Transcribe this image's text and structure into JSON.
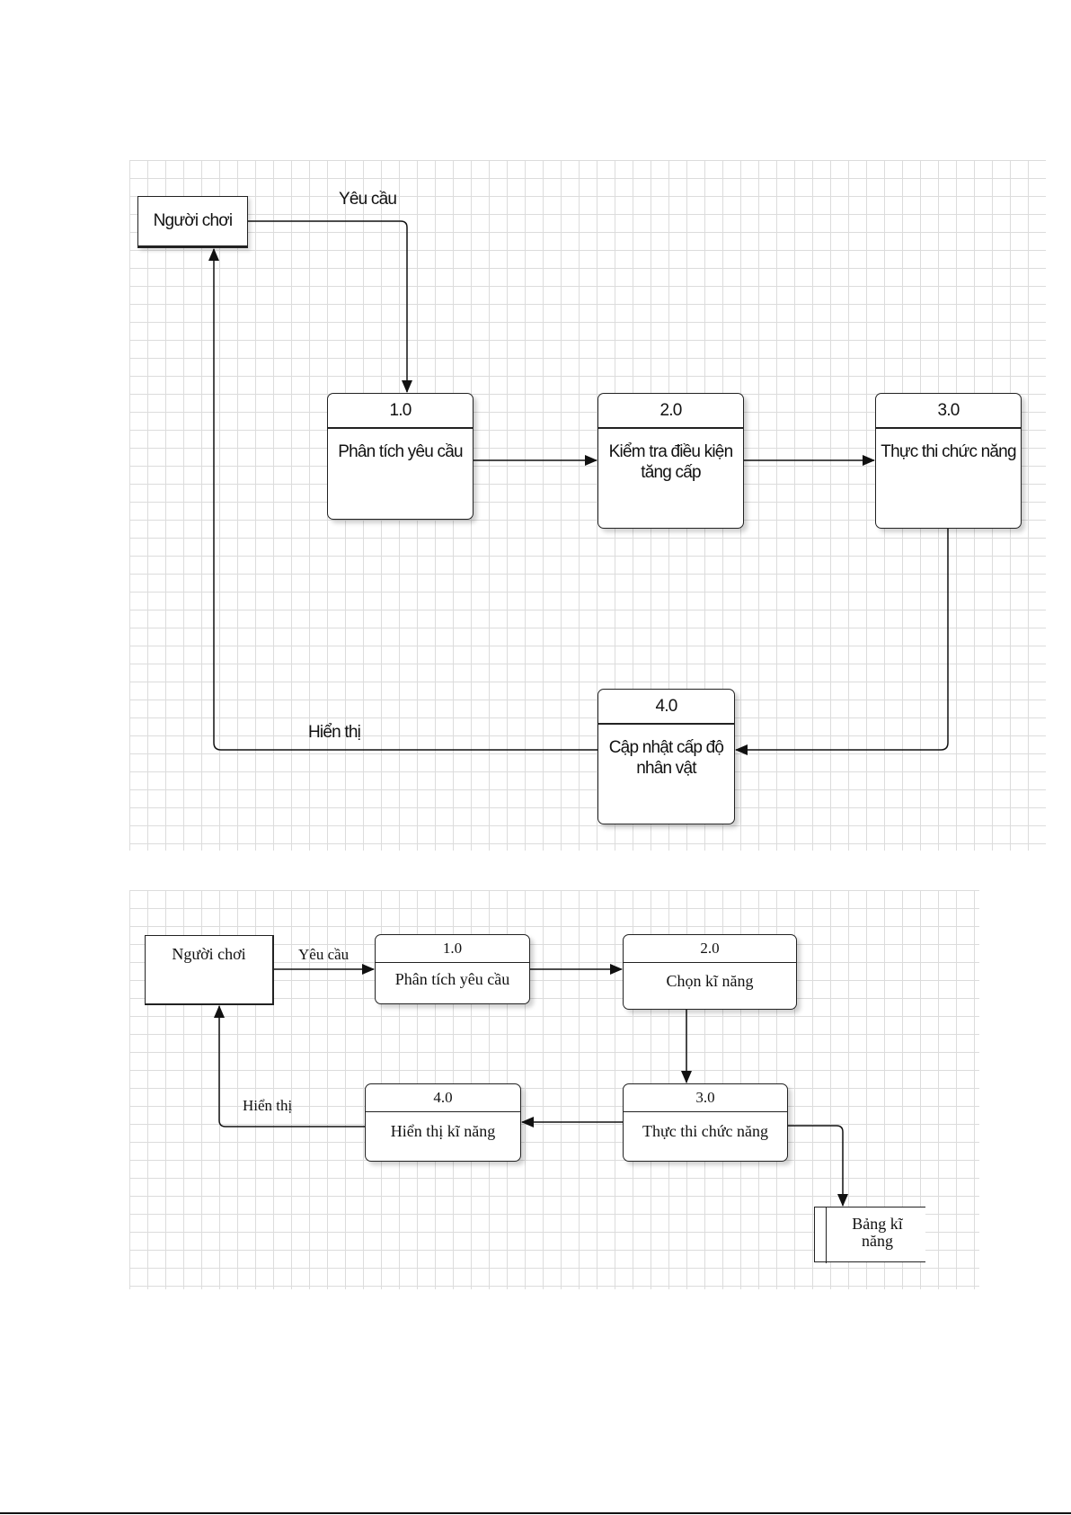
{
  "diagram_1": {
    "external_entity": "Người chơi",
    "processes": [
      {
        "id": "1.0",
        "label": "Phân tích yêu cầu"
      },
      {
        "id": "2.0",
        "label": "Kiểm tra điều kiện\ntăng cấp"
      },
      {
        "id": "3.0",
        "label": "Thực thi chức năng"
      },
      {
        "id": "4.0",
        "label": "Cập nhật cấp độ\nnhân vật"
      }
    ],
    "flows": {
      "request": "Yêu cầu",
      "display": "Hiển thị"
    }
  },
  "diagram_2": {
    "external_entity": "Người chơi",
    "processes": [
      {
        "id": "1.0",
        "label": "Phân tích yêu cầu"
      },
      {
        "id": "2.0",
        "label": "Chọn kĩ năng"
      },
      {
        "id": "3.0",
        "label": "Thực thi chức năng"
      },
      {
        "id": "4.0",
        "label": "Hiển thị kĩ năng"
      }
    ],
    "data_store": "Bảng kĩ\nnăng",
    "flows": {
      "request": "Yêu cầu",
      "display": "Hiển thị"
    }
  }
}
